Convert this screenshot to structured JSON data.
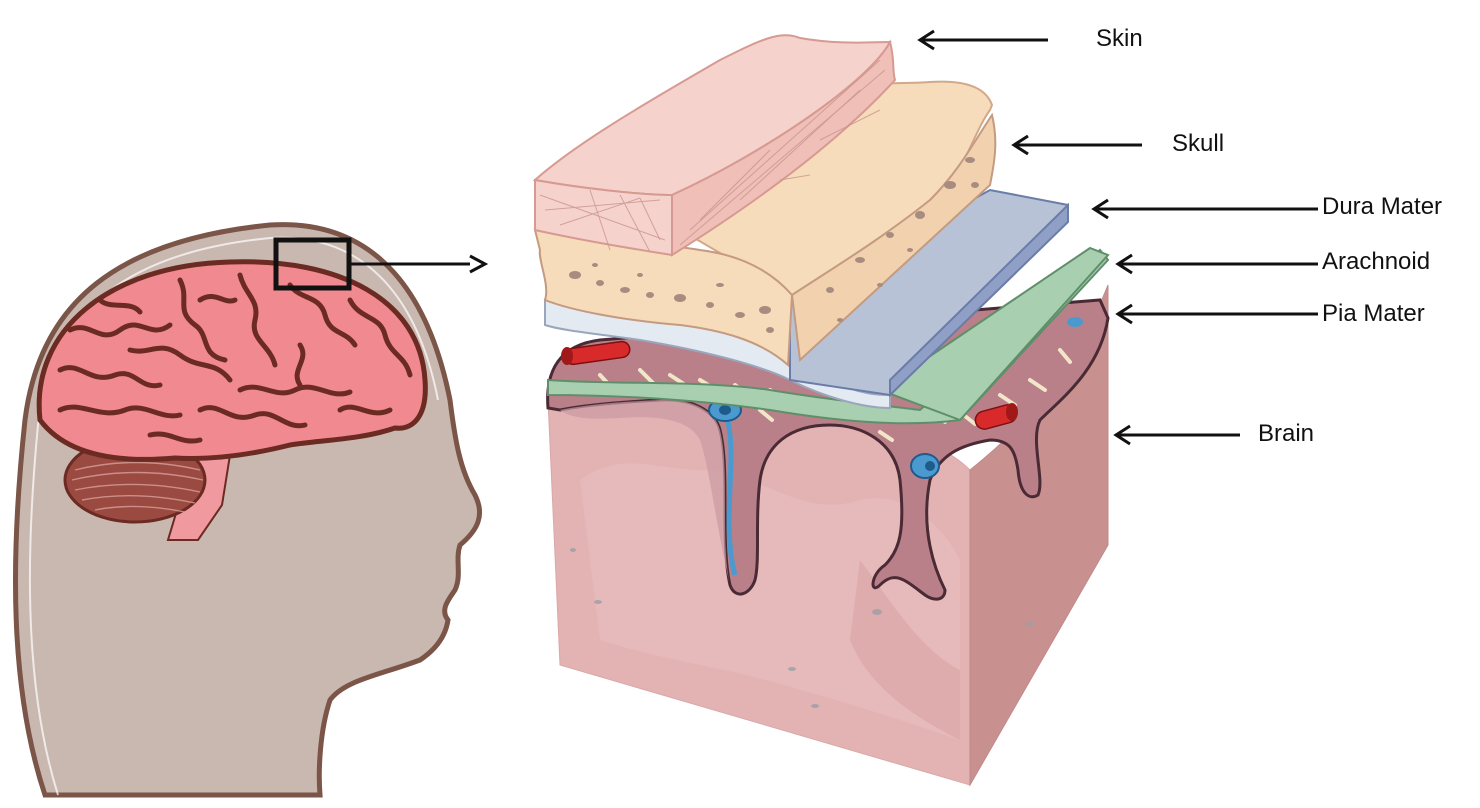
{
  "labels": {
    "skin": "Skin",
    "skull": "Skull",
    "dura": "Dura Mater",
    "arachnoid": "Arachnoid",
    "pia": "Pia Mater",
    "brain": "Brain"
  },
  "colors": {
    "head": "#c9b8b0",
    "head_outline": "#7a5548",
    "brain": "#f08a90",
    "sulci": "#6b2a22",
    "skin": "#f6d2cc",
    "skull": "#f6dcba",
    "bone_pores": "#a88c80",
    "dura": "#b8c2d6",
    "arachnoid": "#a8cfb0",
    "pia": "#e4eaf2",
    "tissue": "#e3b3b3",
    "artery": "#d82a2a",
    "vein": "#4a9ad0"
  }
}
